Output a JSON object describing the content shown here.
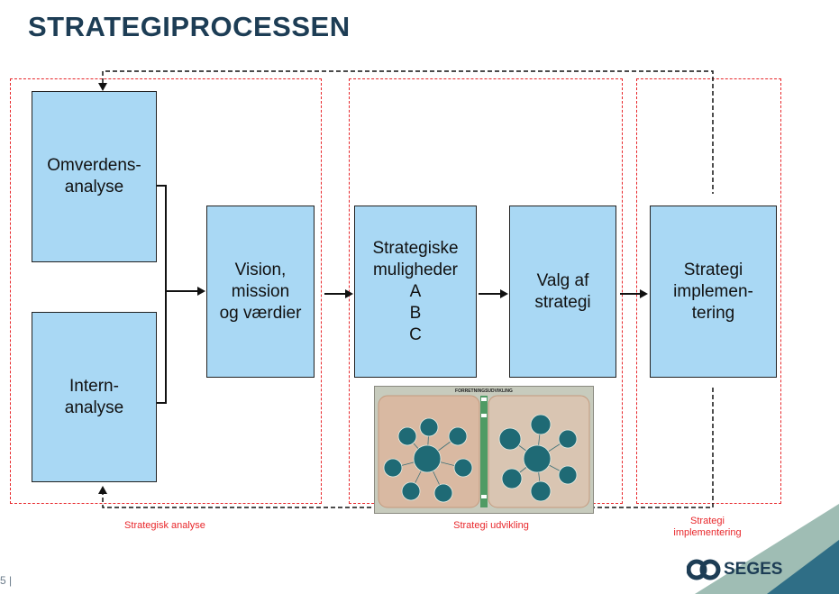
{
  "title": "STRATEGIPROCESSEN",
  "boxes": {
    "omverdens": "Omverdens-\nanalyse",
    "intern": "Intern-\nanalyse",
    "vision": "Vision,\nmission\nog værdier",
    "muligheder": "Strategiske\nmuligheder\nA\nB\nC",
    "valg": "Valg af\nstrategi",
    "implementering": "Strategi\nimplemen-\ntering"
  },
  "captions": {
    "analyse": "Strategisk analyse",
    "udvikling": "Strategi udvikling",
    "implementering": "Strategi\nimplementering"
  },
  "thumbnail": {
    "title": "FORRETNINGSUDVIKLING"
  },
  "footer": {
    "page_number": "5 |",
    "logo_text": "SEGES"
  },
  "colors": {
    "box_fill": "#a9d8f4",
    "region_border": "#e8272b",
    "title": "#1d3d55"
  }
}
